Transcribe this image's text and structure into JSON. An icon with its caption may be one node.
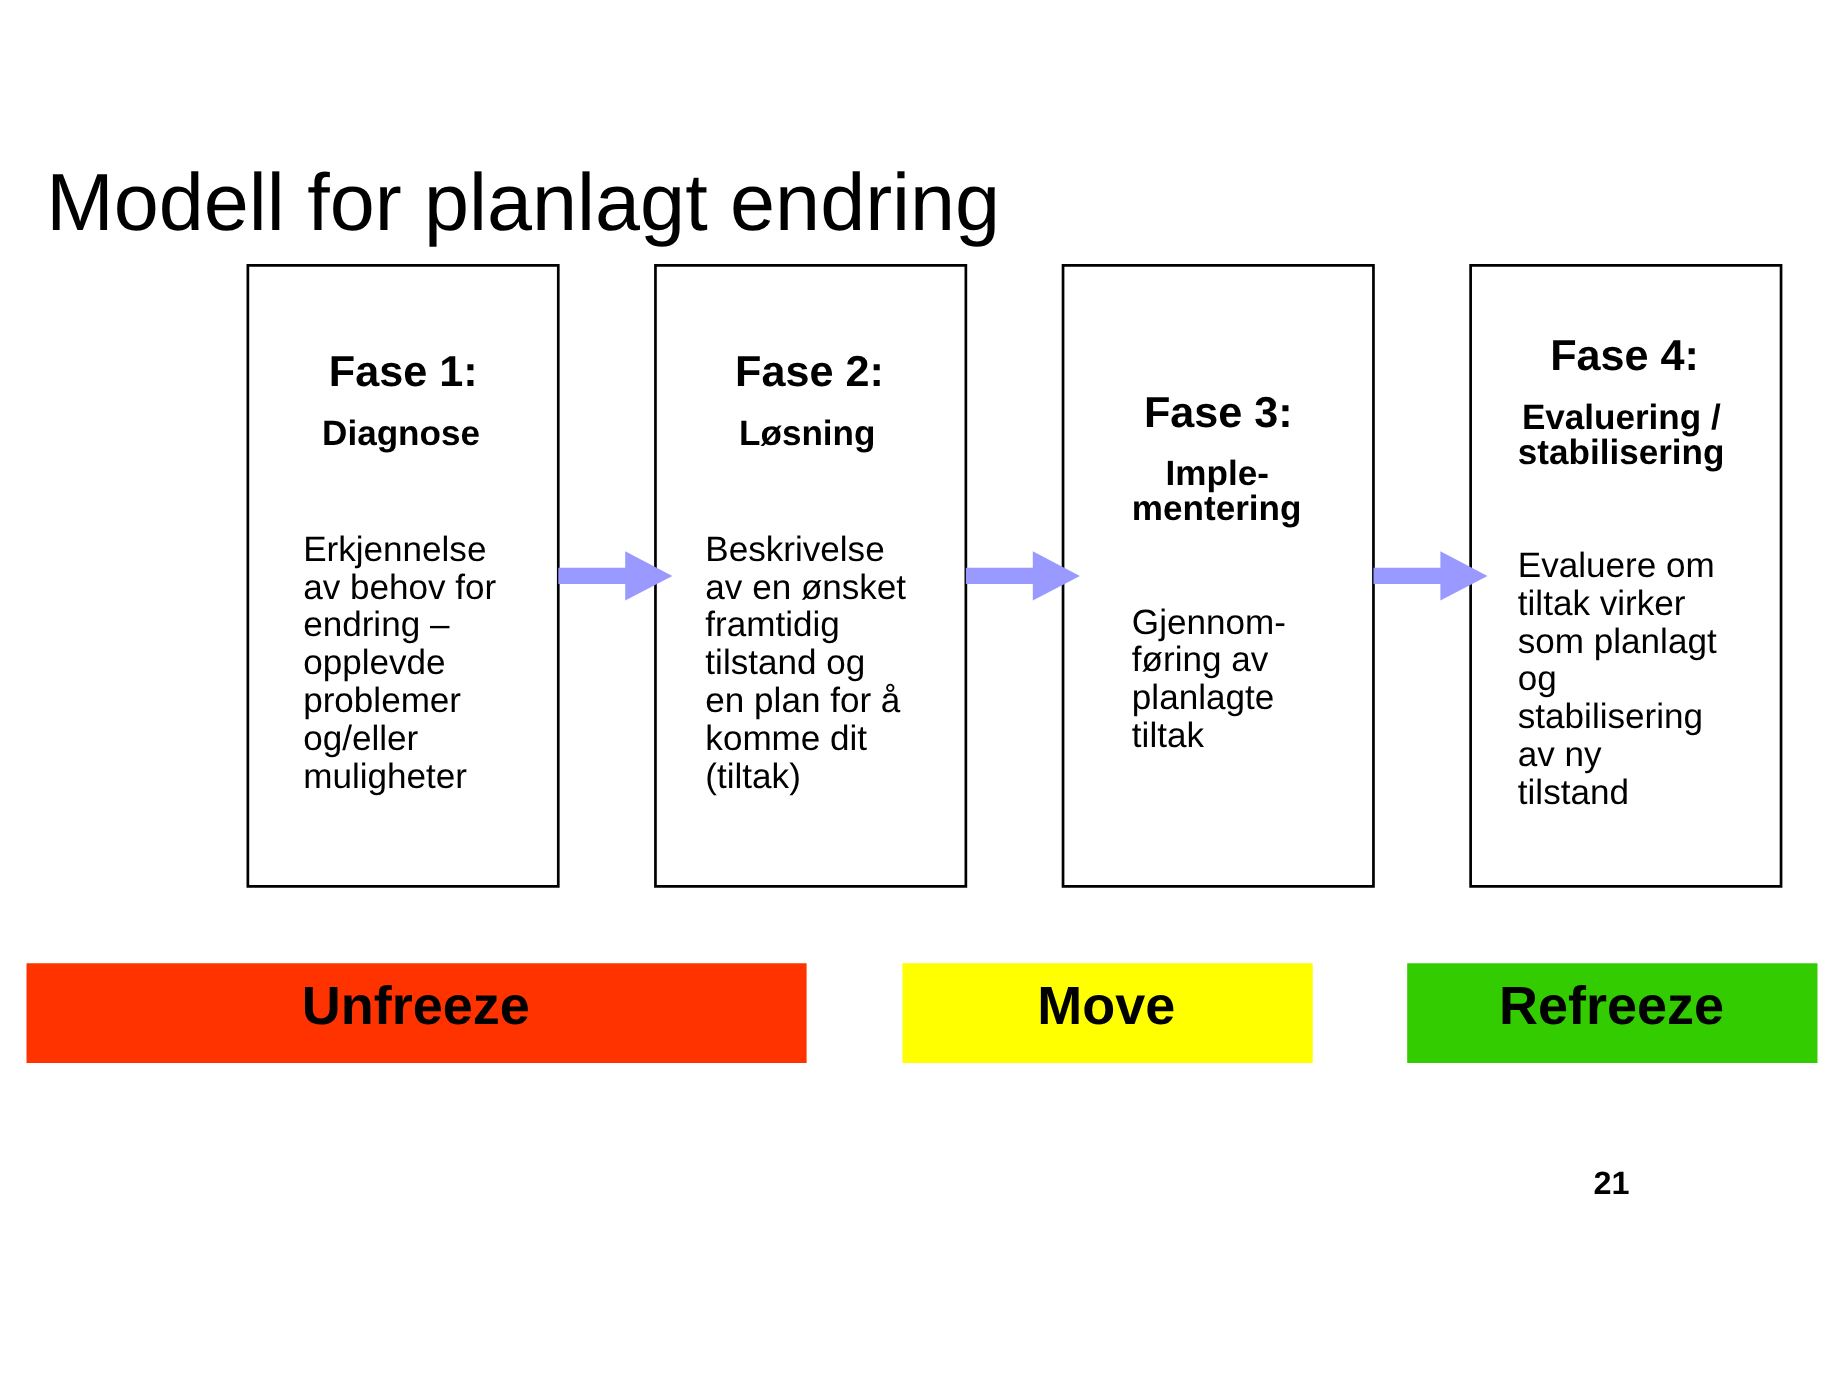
{
  "diagram": {
    "title": "Modell for planlagt endring",
    "nodes": [
      {
        "text": [
          "Fase 1:",
          "Diagnose",
          "Erkjennelse av behov for endring – opplevde problemer og/eller muligheter"
        ]
      },
      {
        "text": [
          "Fase 2:",
          "Løsning",
          "Beskrivelse av en ønsket framtidig tilstand og en plan for å komme dit (tiltak)"
        ]
      },
      {
        "text": [
          "Fase 3:",
          "Imple-mentering",
          "Gjennom-føring av planlagte tiltak"
        ]
      },
      {
        "text": [
          "Fase 4:",
          "Evaluering / stabilisering",
          "Evaluere om tiltak virker som planlagt og stabilisering av ny tilstand"
        ]
      },
      {
        "text": [
          "Unfreeze"
        ]
      },
      {
        "text": [
          "Move"
        ]
      },
      {
        "text": [
          "Refreeze"
        ]
      }
    ],
    "edges": [
      {
        "from": 0,
        "to": 1,
        "arrow": "to"
      },
      {
        "from": 1,
        "to": 2,
        "arrow": "to"
      },
      {
        "from": 2,
        "to": 3,
        "arrow": "to"
      }
    ],
    "labels": [
      "21"
    ]
  }
}
